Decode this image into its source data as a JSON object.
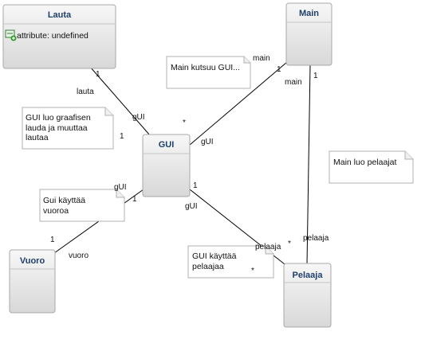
{
  "classes": {
    "lauta": {
      "name": "Lauta",
      "attribute": "attribute: undefined"
    },
    "main": {
      "name": "Main"
    },
    "gui": {
      "name": "GUI"
    },
    "vuoro": {
      "name": "Vuoro"
    },
    "pelaaja": {
      "name": "Pelaaja"
    }
  },
  "notes": {
    "main_calls": [
      "Main kutsuu GUI..."
    ],
    "gui_creates": [
      "GUI luo graafisen",
      "lauda ja muuttaa",
      "lautaa"
    ],
    "gui_uses_turn": [
      "Gui käyttää",
      "vuoroa"
    ],
    "main_creates_players": [
      "Main luo pelaajat"
    ],
    "gui_uses_player": [
      "GUI käyttää",
      "pelaajaa"
    ]
  },
  "associations": {
    "lauta_gui": {
      "role_a": "lauta",
      "mult_a": "1",
      "role_b": "gUI",
      "mult_b": "1"
    },
    "main_gui": {
      "role_a": "main",
      "mult_a": "1",
      "role_b": "gUI",
      "mult_b": "*"
    },
    "vuoro_gui": {
      "role_a": "vuoro",
      "mult_a": "1",
      "role_b": "gUI",
      "mult_b": "1"
    },
    "gui_pelaaja": {
      "role_a": "gUI",
      "mult_a": "1",
      "role_b": "pelaaja",
      "mult_b": "*"
    },
    "main_pelaaja": {
      "role_a": "main",
      "mult_a": "1",
      "role_b": "pelaaja",
      "mult_b": "*"
    }
  },
  "colors": {
    "class_title": "#1f3f6b",
    "class_fill_top": "#f6f6f6",
    "class_fill_bottom": "#dcdcdc",
    "class_border": "#a8a8a8",
    "note_border": "#b0b0b0",
    "line": "#000000"
  }
}
